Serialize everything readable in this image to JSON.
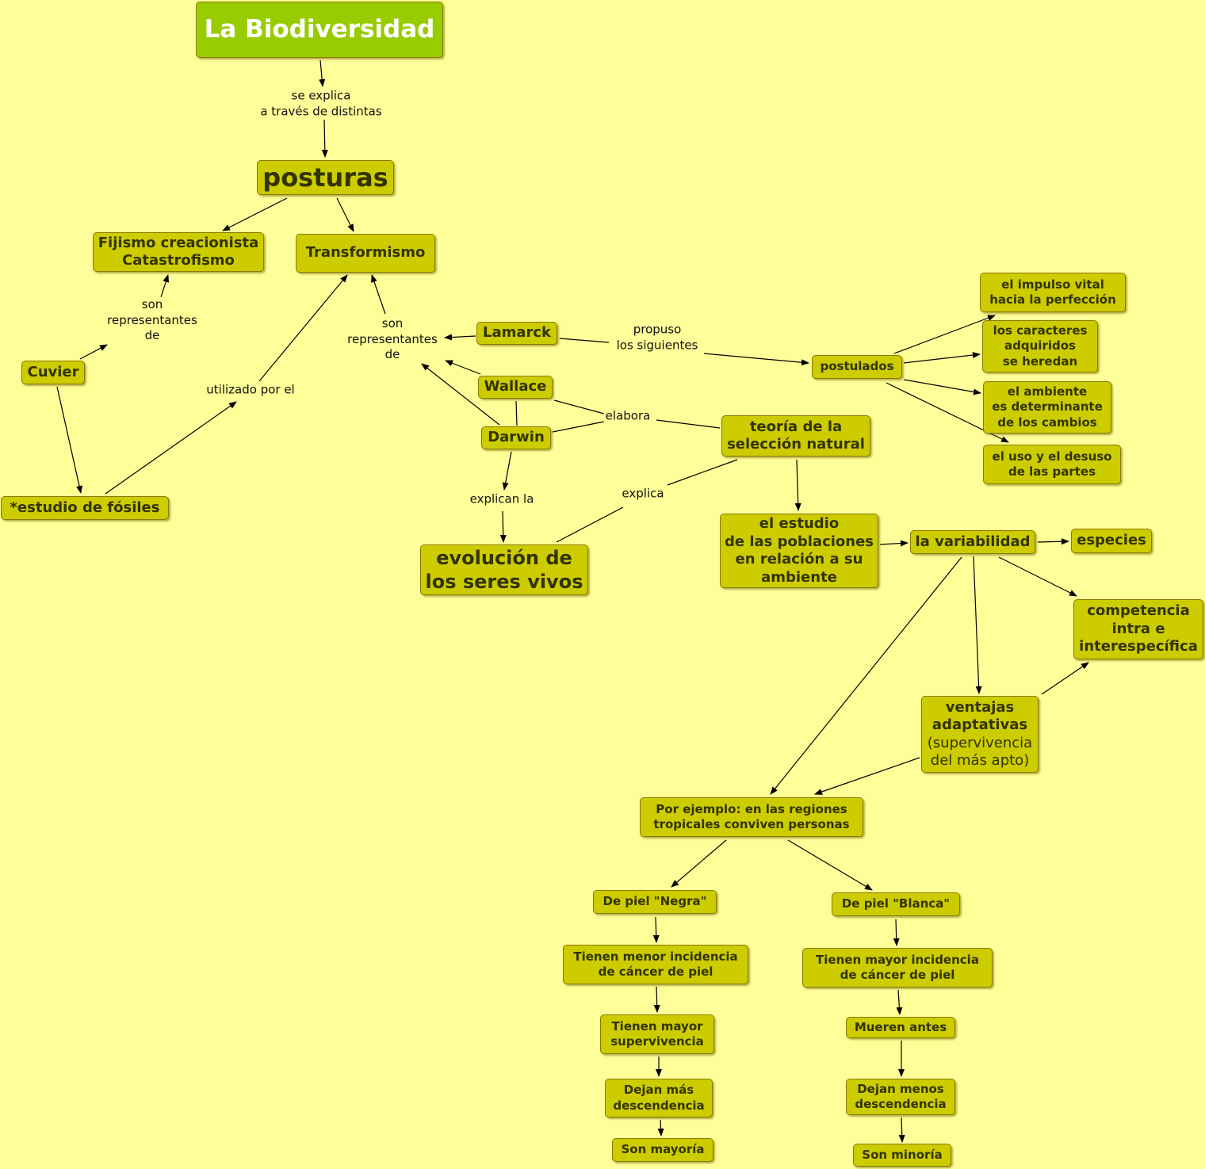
{
  "colors": {
    "background": "#ffff99",
    "node": "#cccc00",
    "title_node": "#99cc00",
    "node_text": "#333300",
    "title_text": "#ffffff",
    "border": "#8a7a00"
  },
  "nodes": {
    "biodiversidad": "La Biodiversidad",
    "posturas": "posturas",
    "fijismo": "Fijismo creacionista\nCatastrofismo",
    "transformismo": "Transformismo",
    "cuvier": "Cuvier",
    "fosiles": "*estudio de fósiles",
    "lamarck": "Lamarck",
    "wallace": "Wallace",
    "darwin": "Darwin",
    "evolucion": "evolución de\nlos seres vivos",
    "teoria": "teoría de la\nselección natural",
    "postulados": "postulados",
    "impulso": "el impulso vital\nhacia la perfección",
    "caracteres": "los caracteres\nadquiridos\nse heredan",
    "ambiente": "el ambiente\nes determinante\nde los cambios",
    "uso": "el uso y el desuso\nde las partes",
    "estudio_poblaciones": "el estudio\nde las poblaciones\nen relación a su\nambiente",
    "variabilidad": "la variabilidad",
    "especies": "especies",
    "competencia": "competencia\nintra e\ninterespecífica",
    "ventajas": "ventajas\nadaptativas",
    "ventajas_sub": "(supervivencia\n del más apto)",
    "ejemplo": "Por ejemplo: en las regiones\ntropicales conviven personas",
    "negra": "De piel \"Negra\"",
    "blanca": "De piel \"Blanca\"",
    "menor_incidencia": "Tienen menor incidencia\nde cáncer de piel",
    "mayor_incidencia": "Tienen mayor incidencia\nde cáncer de piel",
    "mayor_supervivencia": "Tienen mayor\nsupervivencia",
    "mueren": "Mueren antes",
    "mas_descendencia": "Dejan más\ndescendencia",
    "menos_descendencia": "Dejan menos\ndescendencia",
    "mayoria": "Son mayoría",
    "minoria": "Son minoría"
  },
  "links": {
    "se_explica": "se explica\na través de distintas",
    "son_rep_1": "son\nrepresentantes\nde",
    "son_rep_2": "son\nrepresentantes\nde",
    "utilizado": "utilizado por el",
    "propuso": "propuso\nlos siguientes",
    "elabora": "elabora",
    "explican": "explican la",
    "explica": "explica"
  }
}
